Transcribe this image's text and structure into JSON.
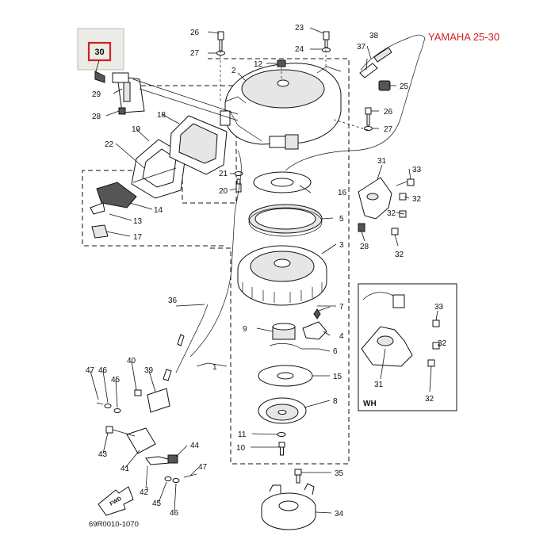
{
  "brand_label": "YAMAHA 25-30",
  "diagram_code": "69R0010-1070",
  "highlighted_part": "30",
  "wh_label": "WH",
  "fwd_label": "FWD",
  "callouts": {
    "c1": "1",
    "c2": "2",
    "c3": "3",
    "c4": "4",
    "c5": "5",
    "c6": "6",
    "c7": "7",
    "c8": "8",
    "c9": "9",
    "c10": "10",
    "c11": "11",
    "c12": "12",
    "c13": "13",
    "c14": "14",
    "c15": "15",
    "c16": "16",
    "c17": "17",
    "c18": "18",
    "c19": "19",
    "c20": "20",
    "c21": "21",
    "c22": "22",
    "c23": "23",
    "c24": "24",
    "c25": "25",
    "c26a": "26",
    "c26b": "26",
    "c27a": "27",
    "c27b": "27",
    "c28a": "28",
    "c28b": "28",
    "c29": "29",
    "c31a": "31",
    "c31b": "31",
    "c32a": "32",
    "c32b": "32",
    "c32c": "32",
    "c32d": "32",
    "c33a": "33",
    "c33b": "33",
    "c34": "34",
    "c35": "35",
    "c36": "36",
    "c37": "37",
    "c38": "38",
    "c39": "39",
    "c40": "40",
    "c41": "41",
    "c42": "42",
    "c43": "43",
    "c44": "44",
    "c45a": "45",
    "c45b": "45",
    "c46a": "46",
    "c46b": "46",
    "c47a": "47",
    "c47b": "47"
  }
}
